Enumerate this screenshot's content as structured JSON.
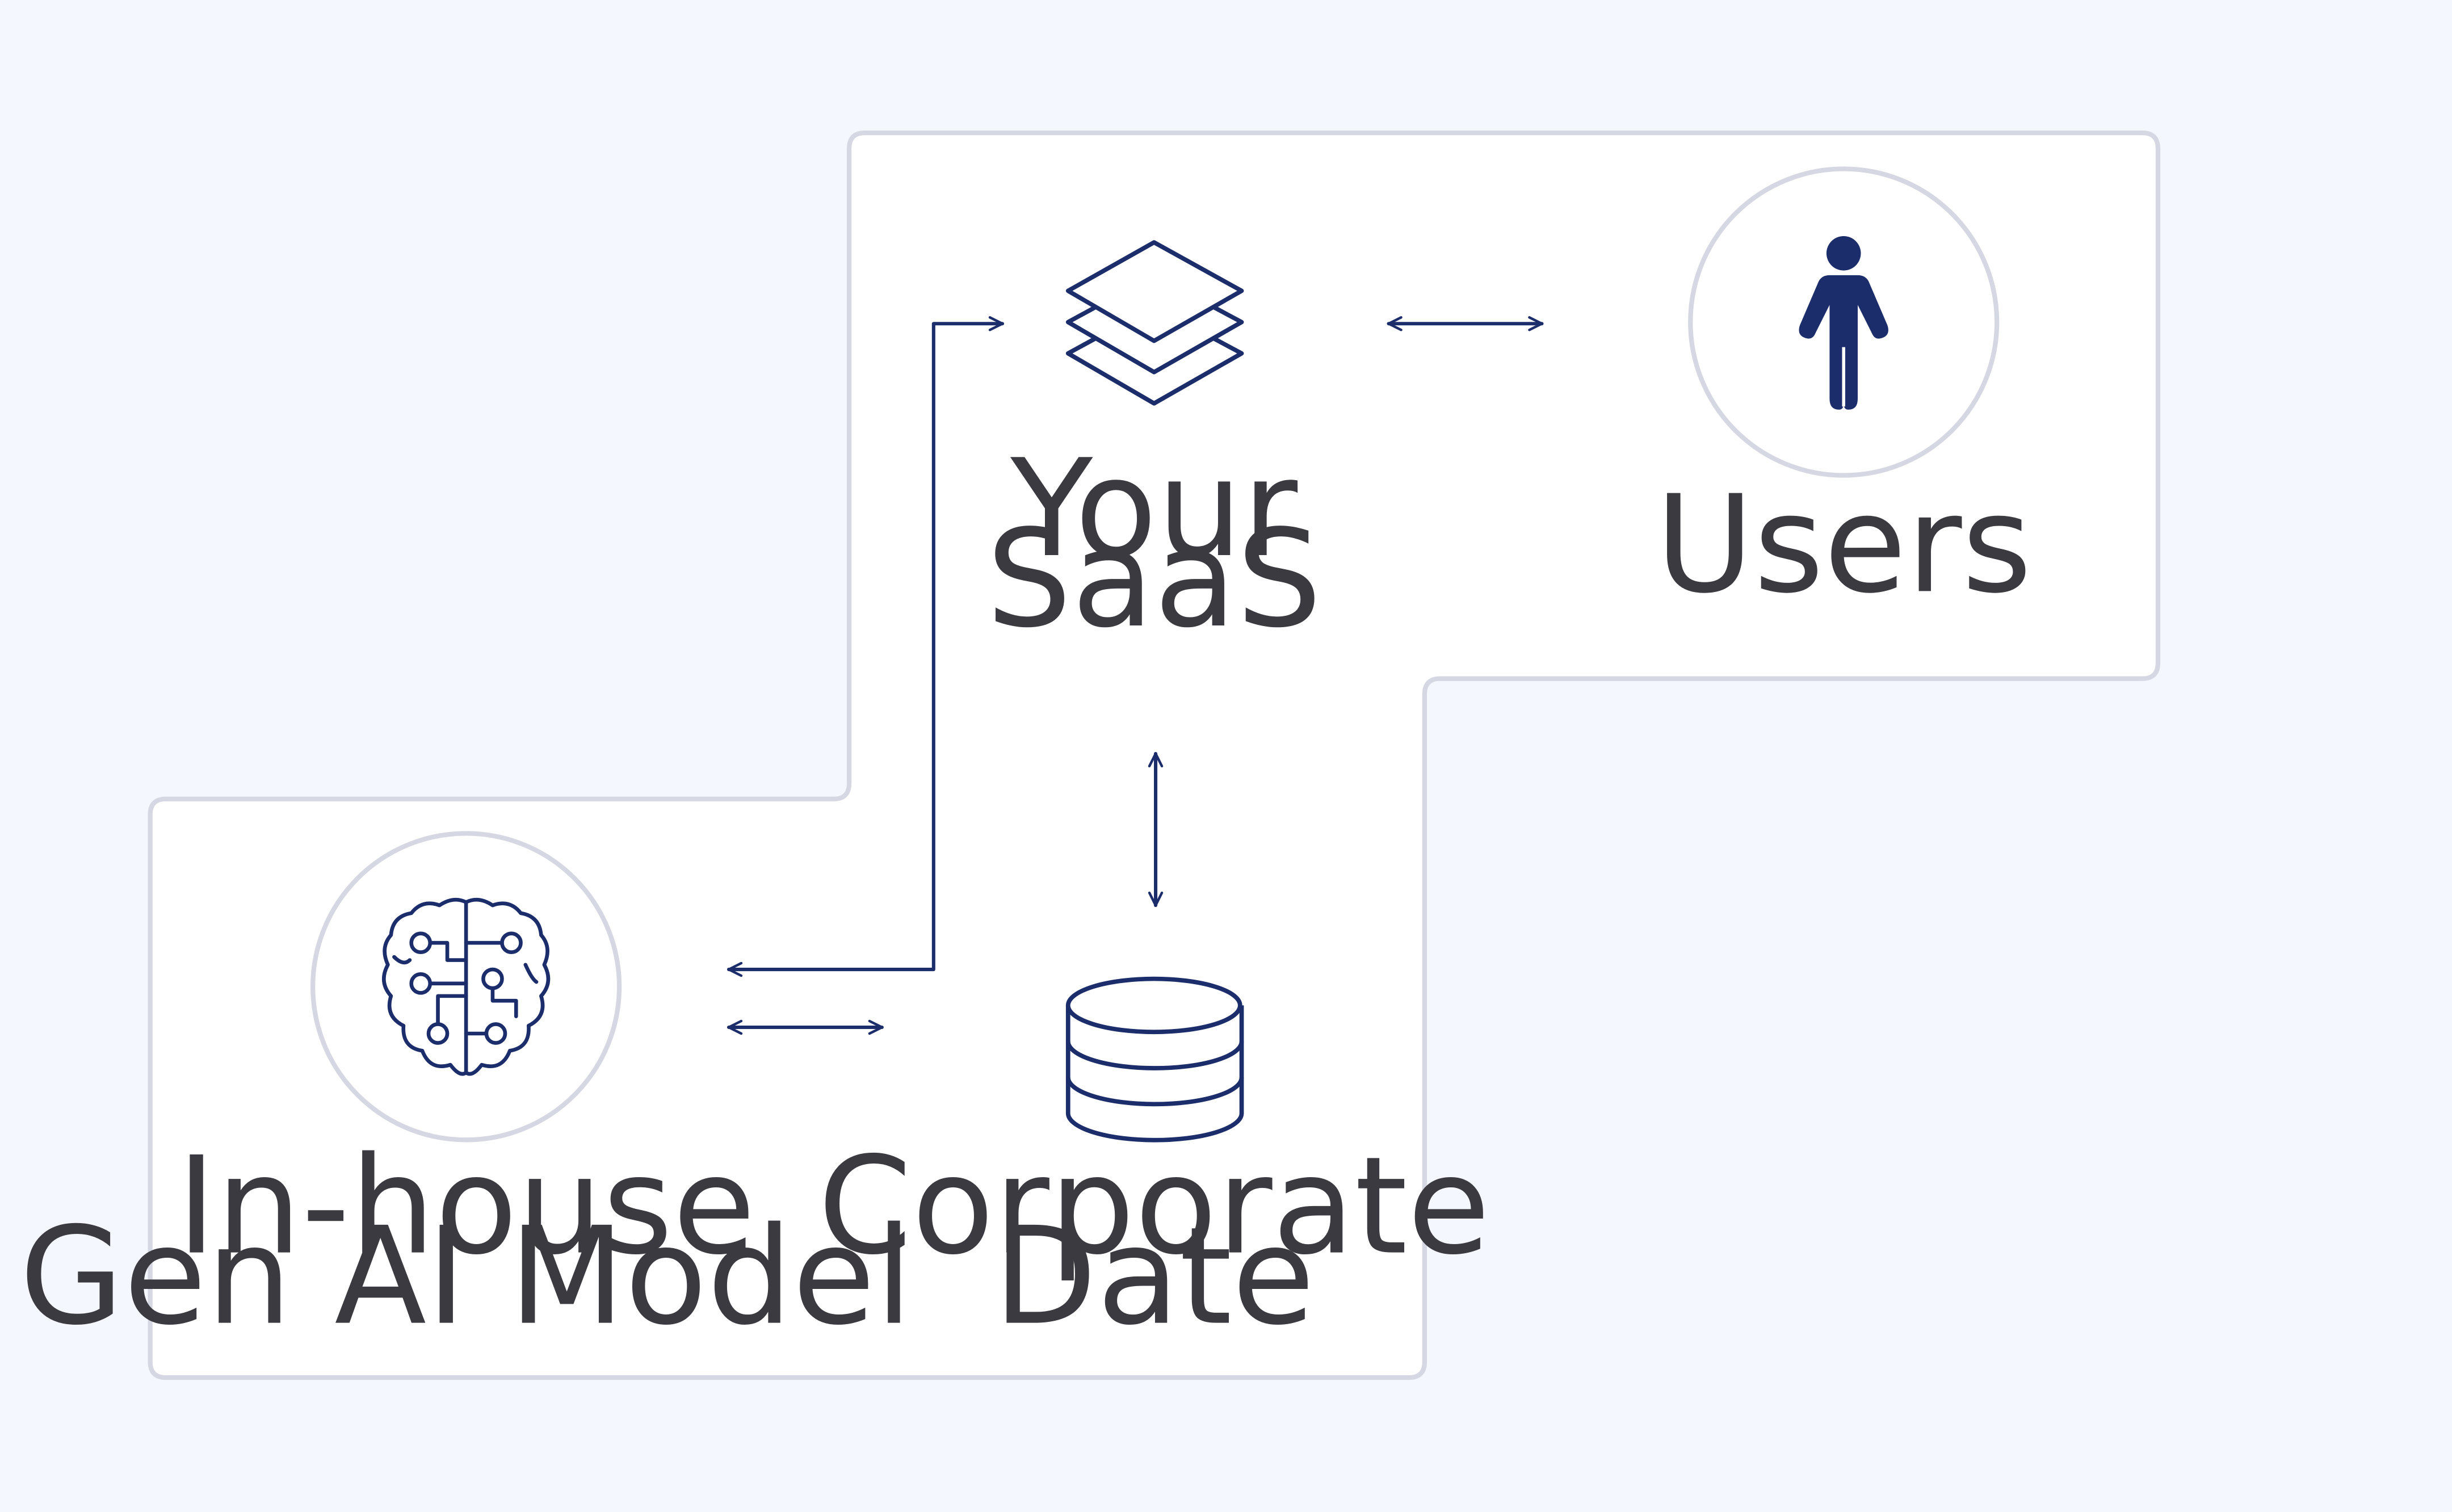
{
  "nodes": {
    "saas": {
      "line1": "Your",
      "line2": "SaaS",
      "icon": "layers-icon"
    },
    "users": {
      "label": "Users",
      "icon": "person-icon"
    },
    "model": {
      "line1": "In-house",
      "line2": "Gen AI Model",
      "icon": "brain-circuit-icon"
    },
    "data": {
      "line1": "Corporate",
      "line2": "Date",
      "icon": "database-icon"
    }
  },
  "colors": {
    "background": "#f4f7fd",
    "panel": "#ffffff",
    "panel_border": "#d5d7e2",
    "icon": "#1c2d6b",
    "text": "#3a3a40"
  }
}
